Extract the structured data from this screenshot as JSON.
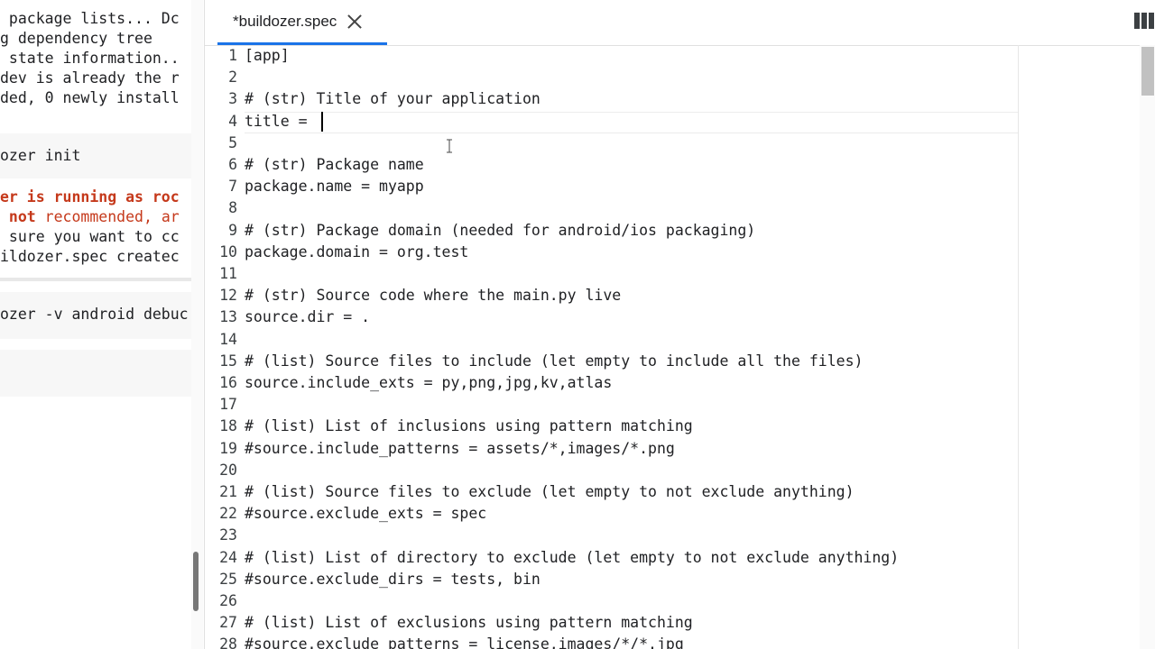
{
  "terminal": {
    "block1": {
      "lines": [
        " package lists... Dc",
        "g dependency tree",
        " state information..",
        "dev is already the r",
        "ded, 0 newly install"
      ]
    },
    "block2": {
      "command": "ozer init"
    },
    "block3": {
      "warning_line1": "er is running as roc",
      "warning_line2_bold": " not",
      "warning_line2_rest": " recommended, ar",
      "line3": " sure you want to cc",
      "line4": "ildozer.spec createc"
    },
    "block4": {
      "command": "ozer -v android debuc"
    }
  },
  "editor": {
    "tab_label": "*buildozer.spec",
    "tab_close_icon": "close-icon",
    "layout_icon": "columns-icon",
    "lines": [
      {
        "n": "1",
        "text": "[app]"
      },
      {
        "n": "2",
        "text": ""
      },
      {
        "n": "3",
        "text": "# (str) Title of your application"
      },
      {
        "n": "4",
        "text": "title = "
      },
      {
        "n": "5",
        "text": ""
      },
      {
        "n": "6",
        "text": "# (str) Package name"
      },
      {
        "n": "7",
        "text": "package.name = myapp"
      },
      {
        "n": "8",
        "text": ""
      },
      {
        "n": "9",
        "text": "# (str) Package domain (needed for android/ios packaging)"
      },
      {
        "n": "10",
        "text": "package.domain = org.test"
      },
      {
        "n": "11",
        "text": ""
      },
      {
        "n": "12",
        "text": "# (str) Source code where the main.py live"
      },
      {
        "n": "13",
        "text": "source.dir = ."
      },
      {
        "n": "14",
        "text": ""
      },
      {
        "n": "15",
        "text": "# (list) Source files to include (let empty to include all the files)"
      },
      {
        "n": "16",
        "text": "source.include_exts = py,png,jpg,kv,atlas"
      },
      {
        "n": "17",
        "text": ""
      },
      {
        "n": "18",
        "text": "# (list) List of inclusions using pattern matching"
      },
      {
        "n": "19",
        "text": "#source.include_patterns = assets/*,images/*.png"
      },
      {
        "n": "20",
        "text": ""
      },
      {
        "n": "21",
        "text": "# (list) Source files to exclude (let empty to not exclude anything)"
      },
      {
        "n": "22",
        "text": "#source.exclude_exts = spec"
      },
      {
        "n": "23",
        "text": ""
      },
      {
        "n": "24",
        "text": "# (list) List of directory to exclude (let empty to not exclude anything)"
      },
      {
        "n": "25",
        "text": "#source.exclude_dirs = tests, bin"
      },
      {
        "n": "26",
        "text": ""
      },
      {
        "n": "27",
        "text": "# (list) List of exclusions using pattern matching"
      },
      {
        "n": "28",
        "text": "#source.exclude_patterns = license,images/*/*.jpg"
      }
    ]
  },
  "colors": {
    "accent": "#1a73e8",
    "warning": "#c5391b"
  }
}
